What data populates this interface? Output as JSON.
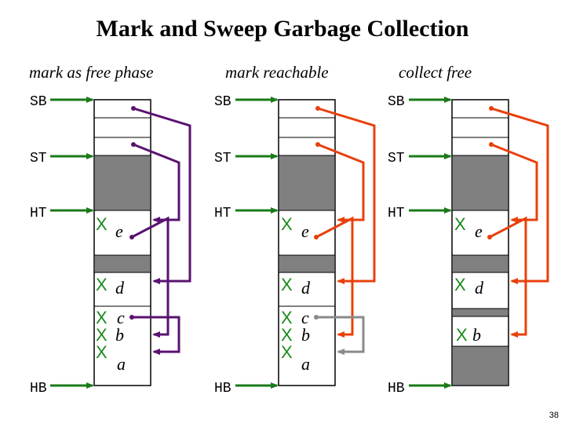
{
  "title": "Mark and Sweep Garbage Collection",
  "page_number": "38",
  "colors": {
    "arrow": "#1a7a1a",
    "phase1": "#5a1270",
    "phase2": "#e8400c",
    "phase3": "#e8400c",
    "unreached": "#8a8a8a",
    "mark": "#1a8a1a",
    "shade": "#808080"
  },
  "registers": {
    "sb": "SB",
    "st": "ST",
    "ht": "HT",
    "hb": "HB"
  },
  "panels": [
    {
      "phase": "mark as free phase",
      "objects": {
        "e": "e",
        "d": "d",
        "c": "c",
        "b": "b",
        "a": "a"
      },
      "marks": {
        "e": "X",
        "d": "X",
        "c": "X",
        "b": "X",
        "a": "X"
      }
    },
    {
      "phase": "mark reachable",
      "objects": {
        "e": "e",
        "d": "d",
        "c": "c",
        "b": "b",
        "a": "a"
      },
      "marks": {
        "e": "X",
        "d": "X",
        "c": "X",
        "b": "X",
        "a": "X"
      }
    },
    {
      "phase": "collect free",
      "objects": {
        "e": "e",
        "d": "d",
        "b": "b"
      },
      "marks": {
        "e": "X",
        "d": "X",
        "b": "X"
      }
    }
  ]
}
